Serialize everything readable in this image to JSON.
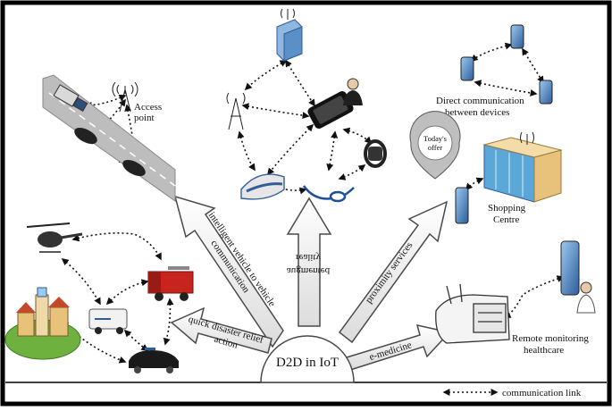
{
  "center": {
    "title": "D2D in IoT"
  },
  "arrows": [
    {
      "label_line1": "intelligent vehicle to vehicle",
      "label_line2": "communication"
    },
    {
      "label_line1": "augmented",
      "label_line2": "reality"
    },
    {
      "label_line1": "proximity services",
      "label_line2": ""
    },
    {
      "label_line1": "quick disaster relief",
      "label_line2": "action"
    },
    {
      "label_line1": "e-medicine",
      "label_line2": ""
    }
  ],
  "labels": {
    "access_point_1": "Access",
    "access_point_2": "point",
    "direct_comm_1": "Direct communication",
    "direct_comm_2": "between devices",
    "todays_offer_1": "Today's",
    "todays_offer_2": "offer",
    "shopping_1": "Shopping",
    "shopping_2": "Centre",
    "remote_1": "Remote monitoring",
    "remote_2": "healthcare"
  },
  "legend": {
    "label": "communication link"
  },
  "colors": {
    "border": "#000000",
    "arrow_fill": "#ffffff",
    "arrow_stroke": "#4a4a4a",
    "link": "#111111",
    "road": "#bdbdbd",
    "firetruck": "#c8241e",
    "building": "#e8c27a",
    "glass": "#5aa7d8",
    "phone": "#3b6fb0",
    "grass": "#6fb13f"
  }
}
